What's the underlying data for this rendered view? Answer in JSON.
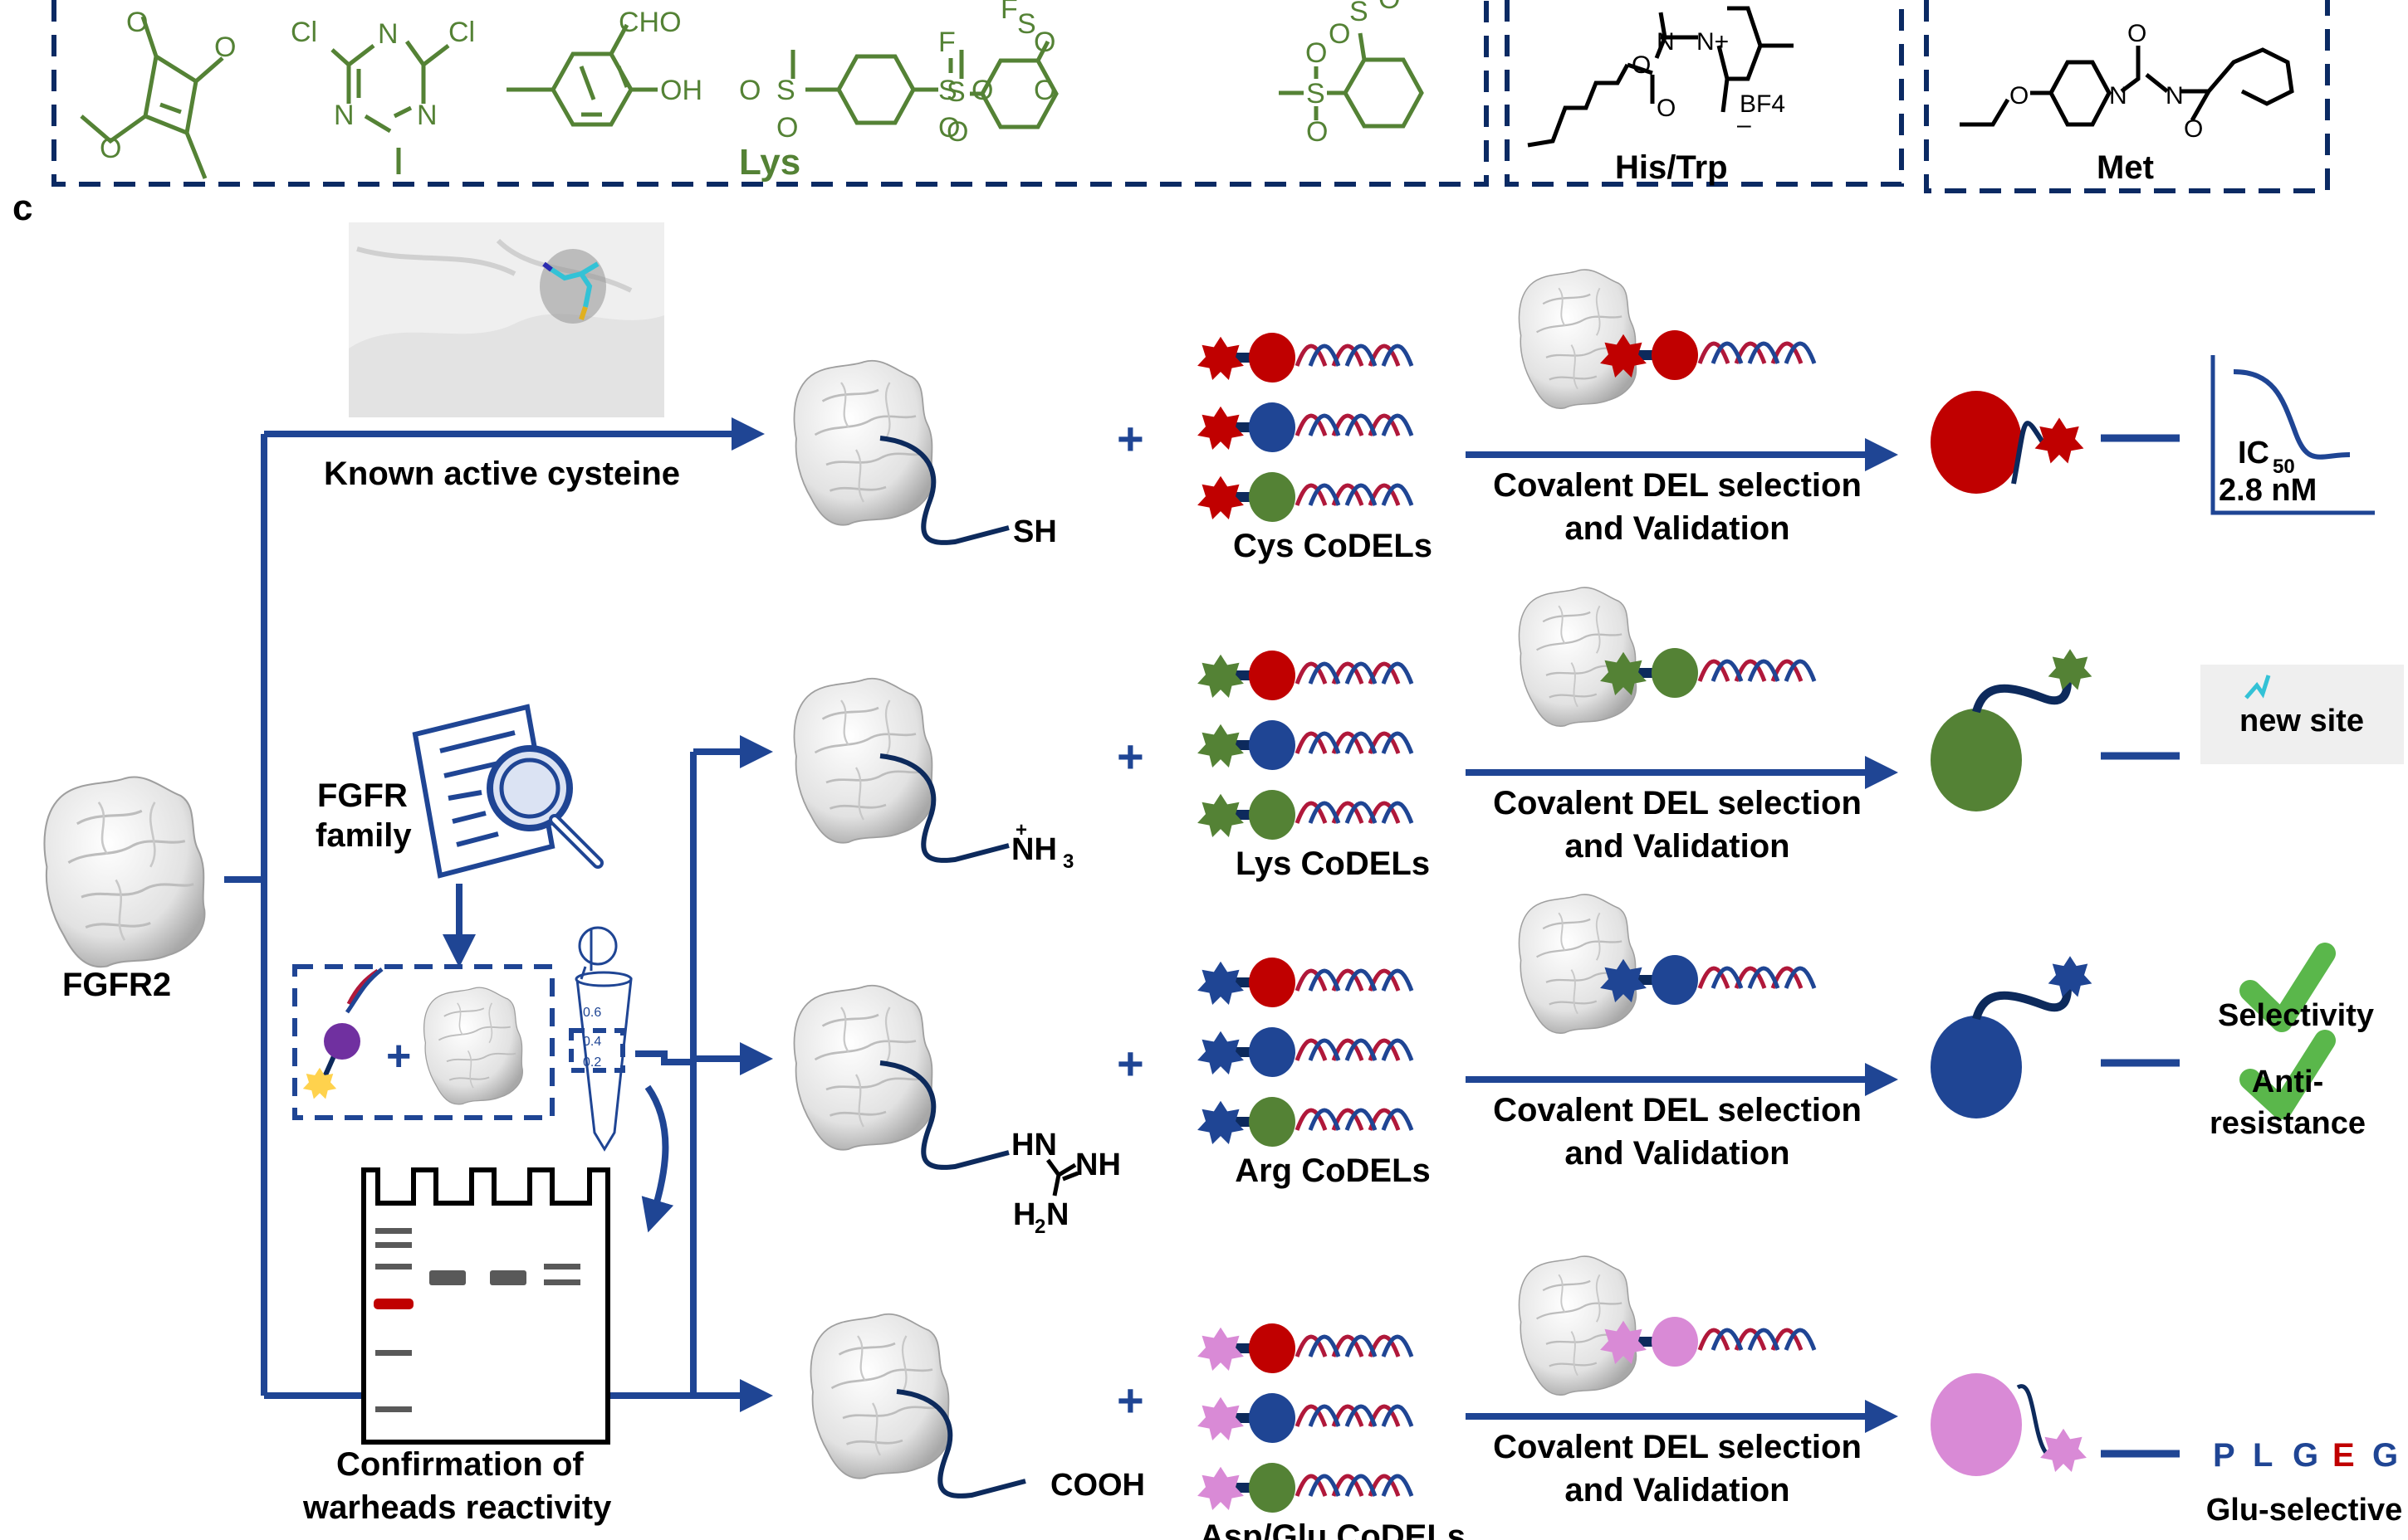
{
  "panel_label": "c",
  "warhead_panel": {
    "groups": [
      {
        "residue": "Lys",
        "color": "#548235",
        "structures": [
          {
            "name": "squaric-acid-ester",
            "atoms": [
              "O",
              "O",
              "O"
            ]
          },
          {
            "name": "dichlorotriazine",
            "atoms": [
              "Cl",
              "N",
              "Cl",
              "N",
              "N"
            ]
          },
          {
            "name": "salicylaldehyde",
            "atoms": [
              "CHO",
              "OH"
            ]
          },
          {
            "name": "para-bis-sulfonyl-fluoride",
            "atoms": [
              "O",
              "S",
              "O",
              "F",
              "S",
              "O",
              "O"
            ]
          },
          {
            "name": "meta-bis-sulfonyl-fluoride",
            "atoms": [
              "O",
              "S",
              "O",
              "F",
              "S",
              "O"
            ]
          },
          {
            "name": "ortho-bis-sulfonyl-fluoride",
            "atoms": [
              "O",
              "S",
              "O",
              "O",
              "S",
              "O"
            ]
          }
        ]
      },
      {
        "residue": "His/Trp",
        "color": "#000000",
        "structures": [
          {
            "name": "pyridinium-carbamate",
            "atoms": [
              "O",
              "O",
              "N",
              "N+",
              "BF4",
              "–"
            ]
          }
        ]
      },
      {
        "residue": "Met",
        "color": "#000000",
        "structures": [
          {
            "name": "oxaziridine",
            "atoms": [
              "O",
              "O",
              "N",
              "N",
              "O"
            ]
          }
        ]
      }
    ]
  },
  "start": {
    "protein_label": "FGFR2"
  },
  "literature": {
    "label_line1": "FGFR",
    "label_line2": "family"
  },
  "gel": {
    "tube_marks": [
      "0.6",
      "0.4",
      "0.2"
    ],
    "caption_line1": "Confirmation of",
    "caption_line2": "warheads reactivity",
    "ladder_bands": 6,
    "highlighted_band_color": "#c00000"
  },
  "branches": [
    {
      "id": "cys",
      "branch_label": "Known active cysteine",
      "reactive_group": "SH",
      "library_label": "Cys CoDELs",
      "warhead_color": "#c00000",
      "selection_line1": "Covalent DEL selection",
      "selection_line2": "and Validation",
      "hit_color": "#c00000",
      "outcome": {
        "type": "ic50",
        "label": "IC",
        "subscript": "50",
        "value": "2.8 nM"
      }
    },
    {
      "id": "lys",
      "branch_label": "",
      "reactive_group": "NH3",
      "reactive_charge": "+",
      "reactive_subscript": "3",
      "library_label": "Lys CoDELs",
      "warhead_color": "#548235",
      "selection_line1": "Covalent DEL selection",
      "selection_line2": "and Validation",
      "hit_color": "#548235",
      "outcome": {
        "type": "site",
        "label": "new site"
      }
    },
    {
      "id": "arg",
      "branch_label": "",
      "reactive_group": "guanidine",
      "reactive_atoms": [
        "HN",
        "NH",
        "H",
        "2",
        "N"
      ],
      "library_label": "Arg CoDELs",
      "warhead_color": "#1f4594",
      "selection_line1": "Covalent DEL selection",
      "selection_line2": "and Validation",
      "hit_color": "#1f4594",
      "outcome": {
        "type": "checks",
        "items": [
          "Selectivity",
          "Anti-",
          "resistance"
        ],
        "check_color": "#5ab74b"
      }
    },
    {
      "id": "aspglu",
      "branch_label": "",
      "reactive_group": "COOH",
      "library_label": "Asp/Glu CoDELs",
      "warhead_color": "#d98ad6",
      "selection_line1": "Covalent DEL selection",
      "selection_line2": "and Validation",
      "hit_color": "#d98ad6",
      "outcome": {
        "type": "sequence",
        "residues": [
          {
            "letter": "P",
            "color": "#1f4594"
          },
          {
            "letter": "L",
            "color": "#1f4594"
          },
          {
            "letter": "G",
            "color": "#1f4594"
          },
          {
            "letter": "E",
            "color": "#c00000"
          },
          {
            "letter": "G",
            "color": "#1f4594"
          }
        ],
        "caption": "Glu-selective"
      }
    }
  ],
  "library_core_colors": [
    "#c00000",
    "#1f4594",
    "#548235"
  ],
  "plus_sign": "+",
  "colors": {
    "flow": "#1f4594",
    "dash_border": "#0b2a63",
    "linker": "#0d2a5c",
    "dna_red": "#b0183a",
    "dna_blue": "#1f4594",
    "probe_core": "#7030a0",
    "probe_warhead": "#ffd24d"
  }
}
